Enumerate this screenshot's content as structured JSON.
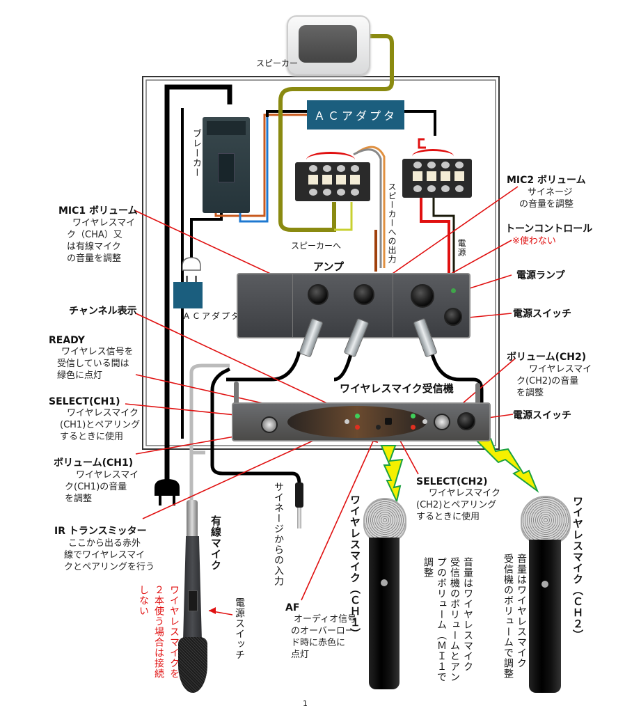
{
  "diagram": {
    "page_number": "1",
    "colors": {
      "annotation_line": "#e01010",
      "adapter_box": "#1b5e7e",
      "speaker_wire": "#8a8a10",
      "signal_bolt": "#f5f000",
      "bolt_outline": "#1aa040",
      "warning_text": "#e01010"
    },
    "components": {
      "speaker": "スピーカー",
      "ac_adapter_top": "ＡＣアダプタ",
      "breaker": "ブレーカー",
      "ac_adapter_small": "ＡＣアダプタ",
      "to_speaker": "スピーカーへ",
      "speaker_output": "スピーカーへの出力",
      "power_wire": "電源",
      "amp": "アンプ",
      "receiver": "ワイヤレスマイク受信機",
      "signage_input": "サイネージからの入力",
      "wired_mic": "有線マイク",
      "wired_mic_power_switch": "電源スイッチ",
      "wireless_mic_ch1": "ワイヤレスマイク（ＣＨ１）",
      "wireless_mic_ch2": "ワイヤレスマイク（ＣＨ２）"
    },
    "annotations": {
      "mic1_volume": {
        "title": "MIC1 ボリューム",
        "lines": [
          "ワイヤレスマイ",
          "ク（CHA）又",
          "は有線マイク",
          "の音量を調整"
        ]
      },
      "channel_display": {
        "title": "チャンネル表示"
      },
      "ready": {
        "title": "READY",
        "lines": [
          "ワイヤレス信号を",
          "受信している間は",
          "緑色に点灯"
        ]
      },
      "select_ch1": {
        "title": "SELECT(CH1)",
        "lines": [
          "ワイヤレスマイク",
          "(CH1)とペアリング",
          "するときに使用"
        ]
      },
      "volume_ch1": {
        "title": "ボリューム(CH1)",
        "lines": [
          "ワイヤレスマイ",
          "ク(CH1)の音量",
          "を調整"
        ]
      },
      "ir_transmitter": {
        "title": "IR トランスミッター",
        "lines": [
          "ここから出る赤外",
          "線でワイヤレスマイ",
          "クとペアリングを行う"
        ]
      },
      "mic2_volume": {
        "title": "MIC2 ボリューム",
        "lines": [
          "サイネージ",
          "の音量を調整"
        ]
      },
      "tone_control": {
        "title": "トーンコントロール",
        "note": "※使わない"
      },
      "power_lamp": {
        "title": "電源ランプ"
      },
      "amp_power_switch": {
        "title": "電源スイッチ"
      },
      "volume_ch2": {
        "title": "ボリューム(CH2)",
        "lines": [
          "ワイヤレスマイ",
          "ク(CH2)の音量",
          "を調整"
        ]
      },
      "receiver_power_switch": {
        "title": "電源スイッチ"
      },
      "select_ch2": {
        "title": "SELECT(CH2)",
        "lines": [
          "ワイヤレスマイク",
          "(CH2)とペアリング",
          "するときに使用"
        ]
      },
      "af": {
        "title": "AF",
        "lines": [
          "オーディオ信号",
          "のオーバーロー",
          "ド時に赤色に",
          "点灯"
        ]
      },
      "wired_mic_warning": {
        "lines": [
          "ワイヤレスマイクを",
          "２本使う場合は接続",
          "しない"
        ]
      },
      "ch1_volume_note": {
        "lines": [
          "音量はワイヤレスマイク",
          "受信機のボリュームとアン",
          "プのボリューム（ＭＩ１で",
          "調整"
        ]
      },
      "ch2_volume_note": {
        "lines": [
          "音量はワイヤレスマイク",
          "受信機のボリュームで調整"
        ]
      }
    }
  }
}
